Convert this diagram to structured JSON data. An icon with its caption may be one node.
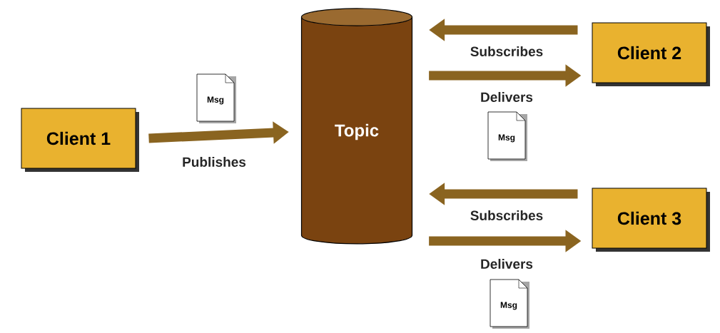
{
  "diagram": {
    "nodes": [
      {
        "text": [
          "Client 1"
        ]
      },
      {
        "text": [
          "Topic"
        ]
      },
      {
        "text": [
          "Client 2"
        ]
      },
      {
        "text": [
          "Client 3"
        ]
      },
      {
        "text": [
          "Msg"
        ]
      },
      {
        "text": [
          "Msg"
        ]
      },
      {
        "text": [
          "Msg"
        ]
      }
    ],
    "edges": [
      {
        "from": 0,
        "to": 1,
        "arrow": "to",
        "label": "Publishes"
      },
      {
        "from": 2,
        "to": 1,
        "arrow": "to",
        "label": "Subscribes"
      },
      {
        "from": 1,
        "to": 2,
        "arrow": "to",
        "label": "Delivers"
      },
      {
        "from": 3,
        "to": 1,
        "arrow": "to",
        "label": "Subscribes"
      },
      {
        "from": 1,
        "to": 3,
        "arrow": "to",
        "label": "Delivers"
      }
    ]
  }
}
